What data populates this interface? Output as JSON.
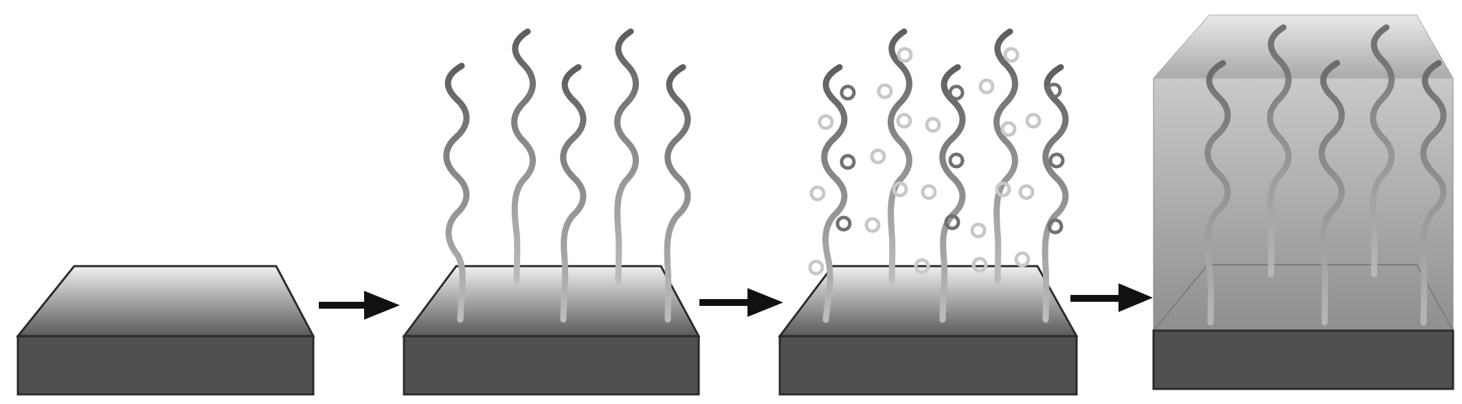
{
  "figure": {
    "stages": [
      {
        "id": "bare-substrate",
        "brushes": 0,
        "particles": 0,
        "gel": false
      },
      {
        "id": "polymer-brushes",
        "brushes": 5,
        "particles": 0,
        "gel": false
      },
      {
        "id": "brushes-with-particles",
        "brushes": 5,
        "particles": 30,
        "gel": false
      },
      {
        "id": "crosslinked-gel",
        "brushes": 5,
        "particles": 0,
        "gel": true
      }
    ],
    "arrows": 3,
    "colors": {
      "substrate_side": "#505050",
      "substrate_top_light": "#f0f0f0",
      "substrate_top_dark": "#5a5a5a",
      "outline": "#2a2a2a",
      "chain_light": "#c8c8c8",
      "chain_dark": "#606060",
      "arrow": "#111111",
      "gel": "#9a9a9a",
      "particle_dark": "#707070",
      "particle_light": "#c8c8c8"
    }
  }
}
